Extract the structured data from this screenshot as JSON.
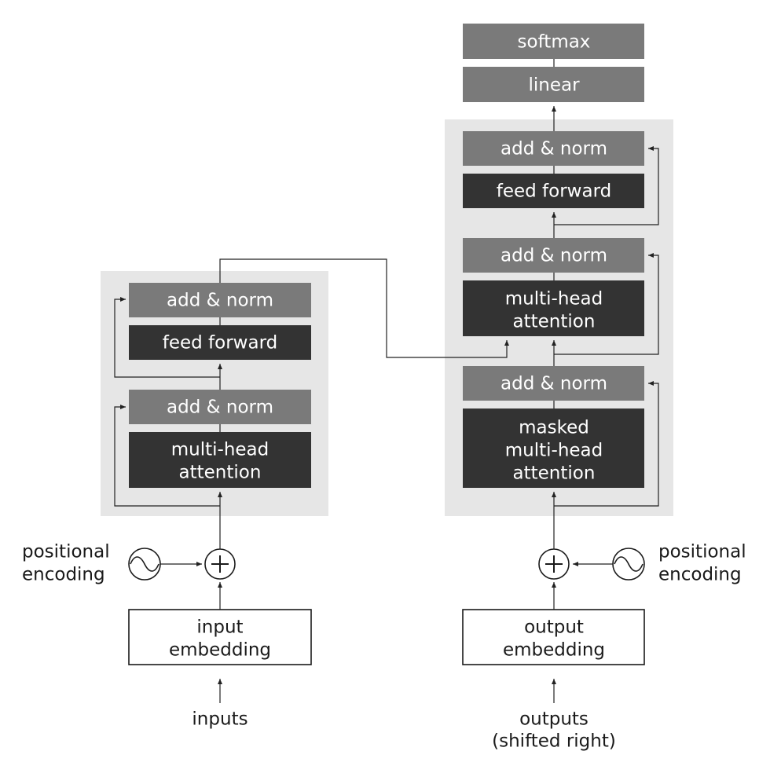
{
  "encoder": {
    "add_norm_top": "add & norm",
    "feed_forward": "feed forward",
    "add_norm_bottom": "add & norm",
    "attention_line1": "multi-head",
    "attention_line2": "attention",
    "positional_line1": "positional",
    "positional_line2": "encoding",
    "embedding_line1": "input",
    "embedding_line2": "embedding",
    "inputs_label": "inputs"
  },
  "decoder": {
    "softmax": "softmax",
    "linear": "linear",
    "add_norm_top": "add & norm",
    "feed_forward": "feed forward",
    "add_norm_mid": "add & norm",
    "cross_attention_line1": "multi-head",
    "cross_attention_line2": "attention",
    "add_norm_bottom": "add & norm",
    "masked_attention_line1": "masked",
    "masked_attention_line2": "multi-head",
    "masked_attention_line3": "attention",
    "positional_line1": "positional",
    "positional_line2": "encoding",
    "embedding_line1": "output",
    "embedding_line2": "embedding",
    "outputs_line1": "outputs",
    "outputs_line2": "(shifted right)"
  },
  "colors": {
    "background_panel": "#e6e6e6",
    "add_norm_fill": "#7a7a7a",
    "block_dark_fill": "#333333",
    "embedding_border": "#1a1a1a"
  }
}
